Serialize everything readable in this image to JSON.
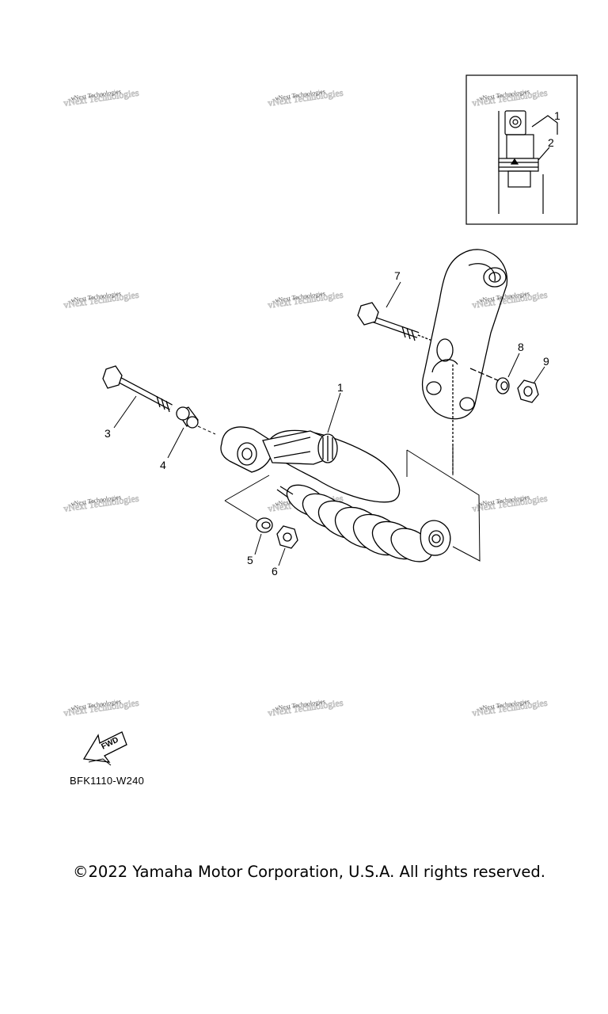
{
  "callouts": [
    "1",
    "2",
    "3",
    "4",
    "5",
    "6",
    "7",
    "8",
    "9"
  ],
  "watermark": {
    "line1": "vNext Technologies",
    "line2": "vNext Technologies"
  },
  "fwd_label": "FWD",
  "part_code": "BFK1110-W240",
  "copyright": "©2022 Yamaha Motor Corporation, U.S.A. All rights reserved.",
  "colors": {
    "ink": "#000000",
    "paper": "#ffffff",
    "watermark": "#b8b8b8"
  }
}
